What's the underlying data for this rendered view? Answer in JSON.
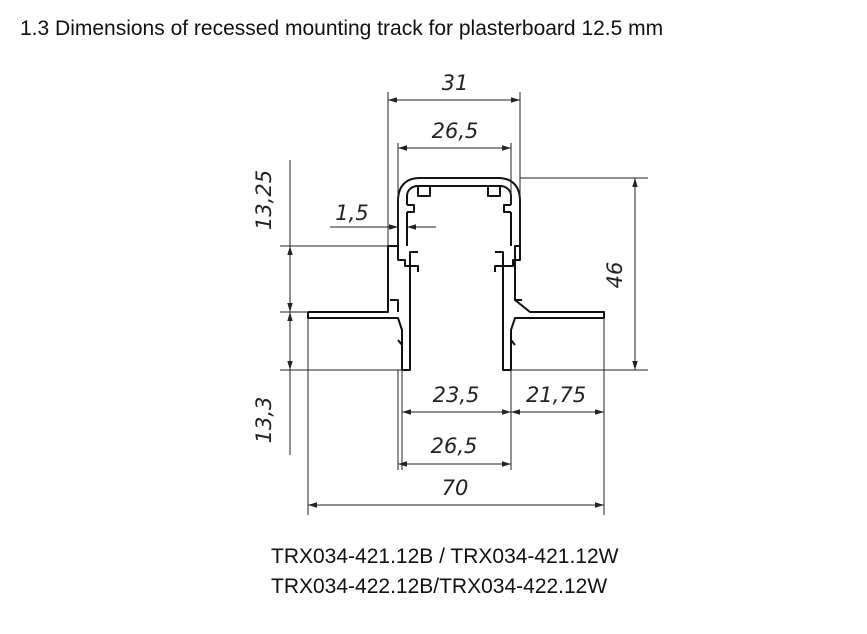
{
  "title": "1.3 Dimensions of recessed mounting track for plasterboard 12.5 mm",
  "dimensions": {
    "top_outer_width": "31",
    "top_inner_width": "26,5",
    "upper_height": "13,25",
    "wall_thickness": "1,5",
    "total_height": "46",
    "bottom_opening": "23,5",
    "flange_width": "21,75",
    "bottom_inner_width": "26,5",
    "lower_height": "13,3",
    "total_width": "70"
  },
  "models": {
    "line1": "TRX034-421.12B / TRX034-421.12W",
    "line2": "TRX034-422.12B/TRX034-422.12W"
  }
}
